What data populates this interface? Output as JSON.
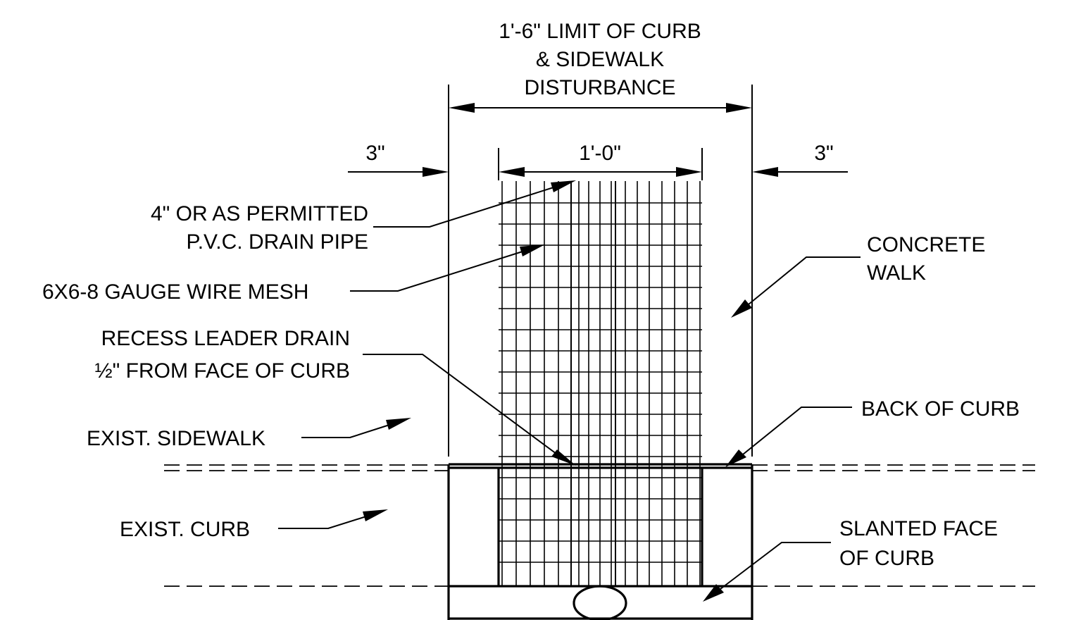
{
  "labels": {
    "limit_line1": "1'-6\" LIMIT OF CURB",
    "limit_line2": "& SIDEWALK",
    "limit_line3": "DISTURBANCE",
    "dim_left": "3\"",
    "dim_center": "1'-0\"",
    "dim_right": "3\"",
    "pipe_line1": "4\" OR AS PERMITTED",
    "pipe_line2": "P.V.C. DRAIN PIPE",
    "mesh": "6X6-8 GAUGE WIRE MESH",
    "recess_line1": "RECESS LEADER DRAIN",
    "recess_line2": "½\" FROM FACE OF CURB",
    "exist_sidewalk": "EXIST. SIDEWALK",
    "exist_curb": "EXIST. CURB",
    "concrete_line1": "CONCRETE",
    "concrete_line2": "WALK",
    "back_of_curb": "BACK OF CURB",
    "slanted_line1": "SLANTED FACE",
    "slanted_line2": "OF CURB"
  }
}
